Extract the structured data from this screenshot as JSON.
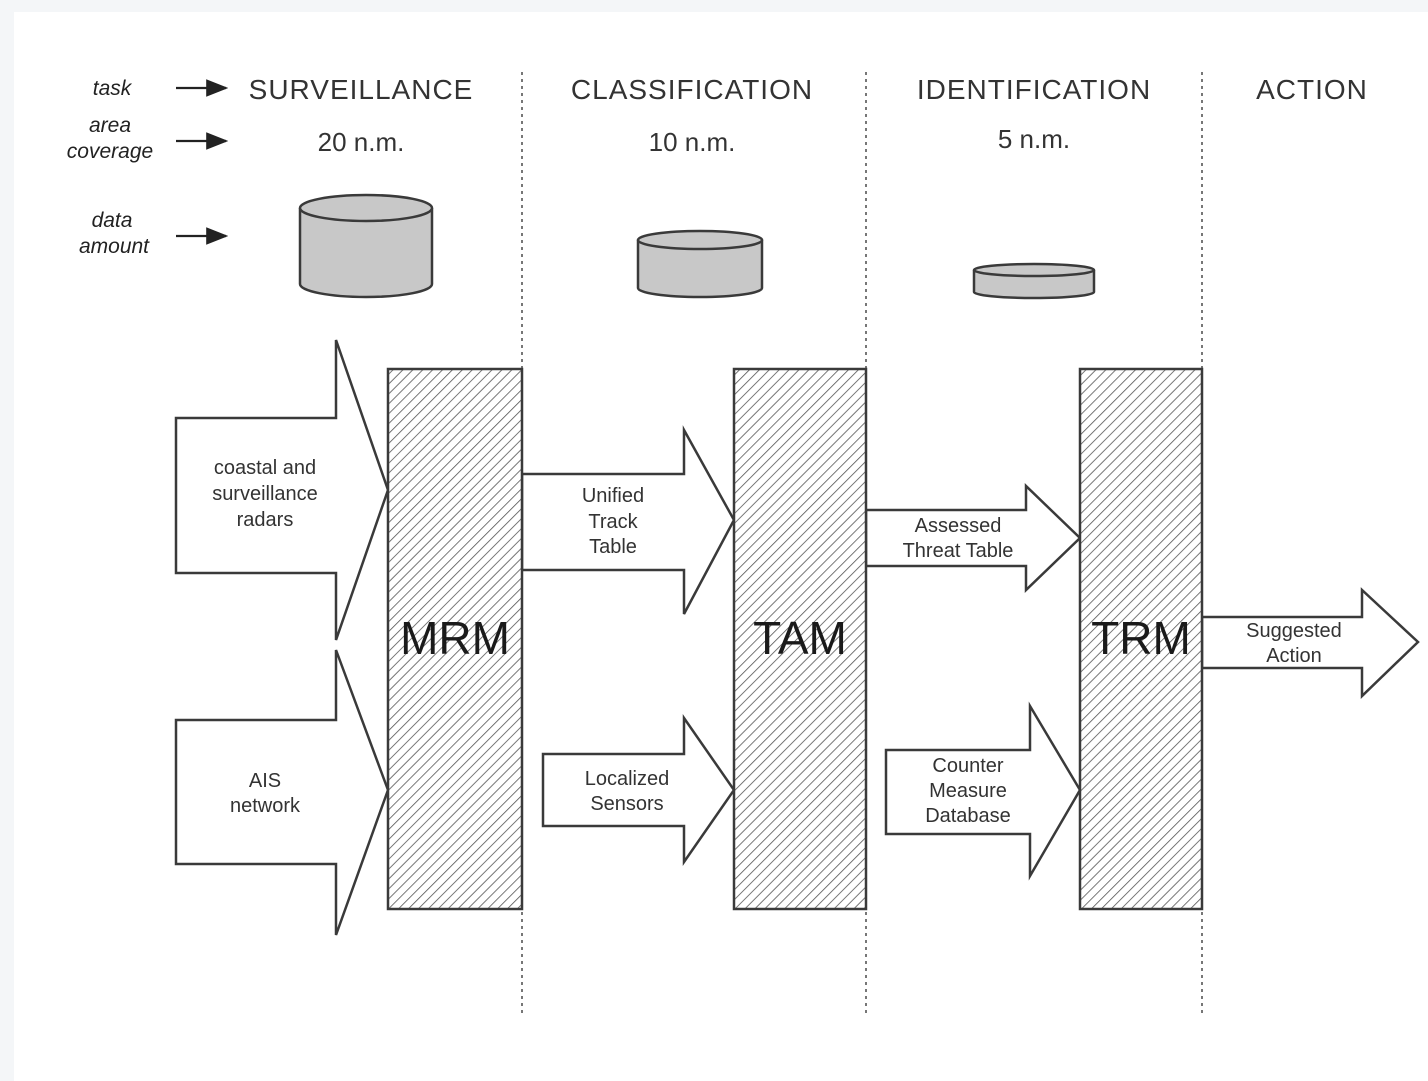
{
  "row_labels": {
    "task": "task",
    "area_coverage": [
      "area",
      "coverage"
    ],
    "data_amount": [
      "data",
      "amount"
    ]
  },
  "columns": [
    {
      "task": "SURVEILLANCE",
      "coverage": "20 n.m."
    },
    {
      "task": "CLASSIFICATION",
      "coverage": "10 n.m."
    },
    {
      "task": "IDENTIFICATION",
      "coverage": "5 n.m."
    },
    {
      "task": "ACTION",
      "coverage": ""
    }
  ],
  "modules": [
    "MRM",
    "TAM",
    "TRM"
  ],
  "inputs": {
    "radars": [
      "coastal and",
      "surveillance",
      "radars"
    ],
    "ais": [
      "AIS",
      "network"
    ],
    "unified_track": [
      "Unified",
      "Track",
      "Table"
    ],
    "localized_sensors": [
      "Localized",
      "Sensors"
    ],
    "assessed_threat": [
      "Assessed",
      "Threat Table"
    ],
    "counter_measure": [
      "Counter",
      "Measure",
      "Database"
    ],
    "suggested_action": [
      "Suggested",
      "Action"
    ]
  },
  "colors": {
    "stroke": "#3a3a3a",
    "cylinder_fill": "#c8c8c8",
    "hatch": "#555555",
    "divider": "#777777"
  }
}
